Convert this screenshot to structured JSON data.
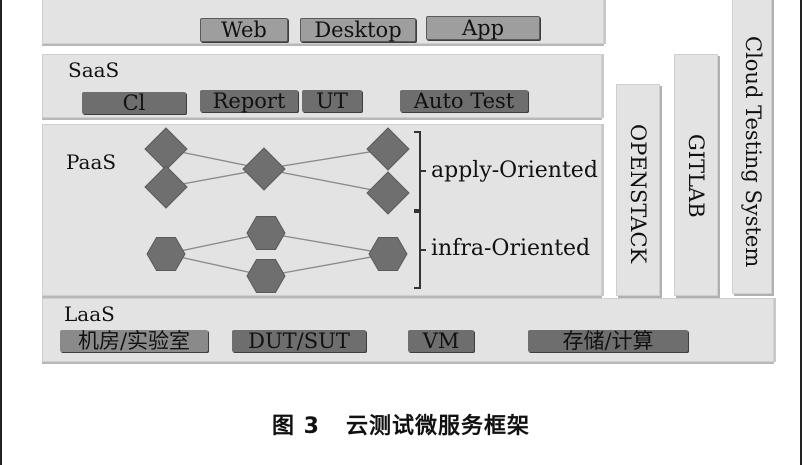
{
  "layers": {
    "top": {
      "items": [
        "Web",
        "Desktop",
        "App"
      ]
    },
    "saas": {
      "label": "SaaS",
      "items": [
        "Cl",
        "Report",
        "UT",
        "Auto Test"
      ]
    },
    "paas": {
      "label": "PaaS",
      "apply_label": "apply-Oriented",
      "infra_label": "infra-Oriented"
    },
    "laas": {
      "label": "LaaS",
      "items": [
        "机房/实验室",
        "DUT/SUT",
        "VM",
        "存储/计算"
      ]
    }
  },
  "side_bars": [
    "OPENSTACK",
    "GITLAB",
    "Cloud Testing System"
  ],
  "caption": {
    "number": "图 3",
    "title": "云测试微服务框架"
  },
  "colors": {
    "layer_bg": "#e3e3e3",
    "chip_dark": "#6e6e6e",
    "chip_light": "#9e9e9e",
    "node": "#6f6f6f"
  }
}
